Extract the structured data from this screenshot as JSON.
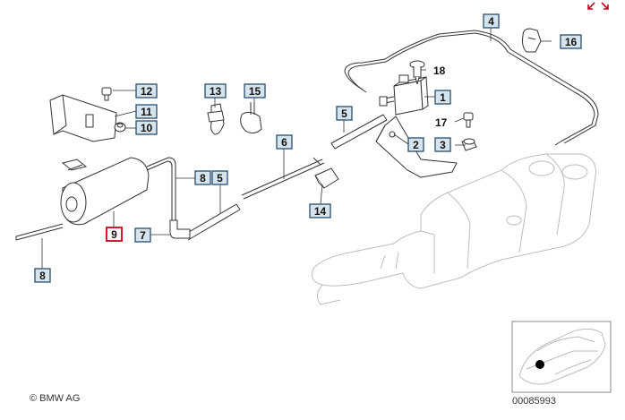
{
  "callouts": [
    {
      "id": "1",
      "highlighted": false
    },
    {
      "id": "2",
      "highlighted": false
    },
    {
      "id": "3",
      "highlighted": false
    },
    {
      "id": "4",
      "highlighted": false
    },
    {
      "id": "5",
      "highlighted": false
    },
    {
      "id": "5",
      "highlighted": false
    },
    {
      "id": "6",
      "highlighted": false
    },
    {
      "id": "7",
      "highlighted": false
    },
    {
      "id": "8",
      "highlighted": false
    },
    {
      "id": "8",
      "highlighted": false
    },
    {
      "id": "9",
      "highlighted": true
    },
    {
      "id": "10",
      "highlighted": false
    },
    {
      "id": "11",
      "highlighted": false
    },
    {
      "id": "12",
      "highlighted": false
    },
    {
      "id": "13",
      "highlighted": false
    },
    {
      "id": "14",
      "highlighted": false
    },
    {
      "id": "15",
      "highlighted": false
    },
    {
      "id": "16",
      "highlighted": false
    }
  ],
  "plain_labels": {
    "item_17": "17",
    "item_18": "18"
  },
  "footer": {
    "copyright": "© BMW AG",
    "diagram_number": "00085993"
  },
  "icons": {
    "corner": "expand-arrows-icon",
    "expand_arrows_color": "#d0021b"
  },
  "colors": {
    "callout_fill": "#d6e4ee",
    "callout_border": "#2a4e6e",
    "highlight_border": "#d0021b"
  }
}
